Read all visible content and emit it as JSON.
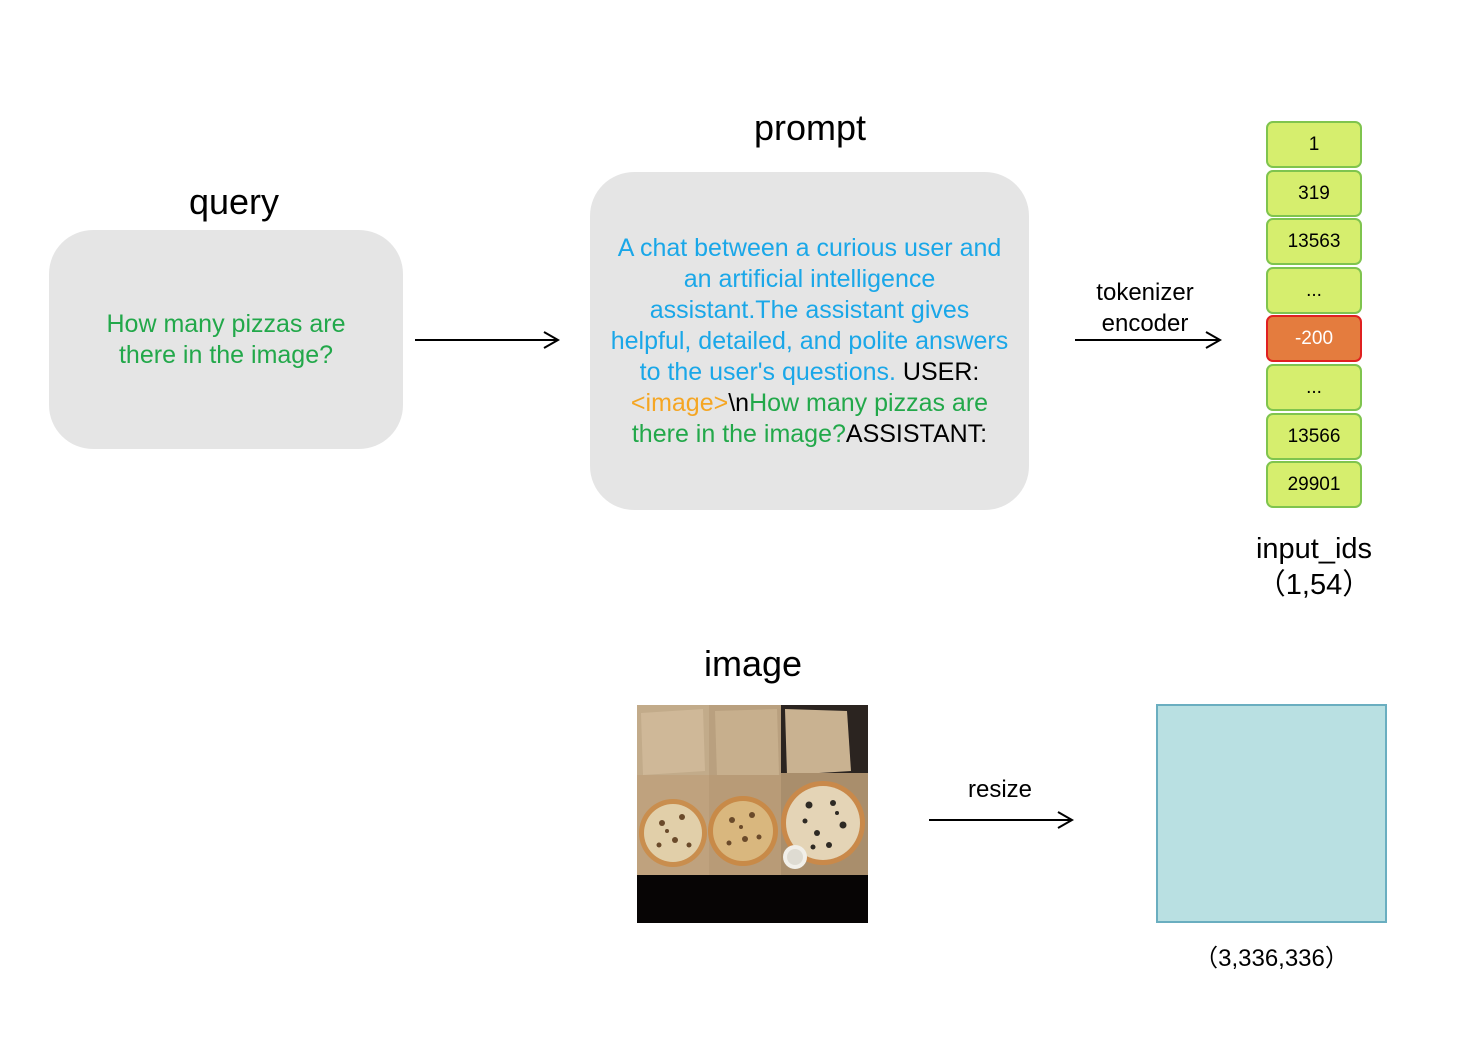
{
  "query": {
    "title": "query",
    "text": "How many pizzas are there in the image?"
  },
  "prompt": {
    "title": "prompt",
    "system_text": "A chat between a curious user and an artificial intelligence assistant.The assistant gives helpful, detailed, and polite answers to the user's questions.",
    "user_tag": "USER:",
    "image_tag": "<image>",
    "newline": "\\n",
    "question": "How many pizzas are there in the image?",
    "assistant_tag": "ASSISTANT:"
  },
  "tokenizer": {
    "label_line1": "tokenizer",
    "label_line2": "encoder"
  },
  "input_ids": {
    "tokens": [
      "1",
      "319",
      "13563",
      "...",
      "-200",
      "...",
      "13566",
      "29901"
    ],
    "highlight_index": 4,
    "label": "input_ids",
    "shape": "（1,54）"
  },
  "image": {
    "title": "image",
    "resize_label": "resize",
    "shape": "（3,336,336）"
  },
  "colors": {
    "system_text": "#1aa7e8",
    "question_text": "#22a84a",
    "image_tag": "#f5a623",
    "token_fill": "#d6ee6e",
    "token_highlight": "#e47c3e",
    "resized_fill": "#b9e0e2"
  }
}
